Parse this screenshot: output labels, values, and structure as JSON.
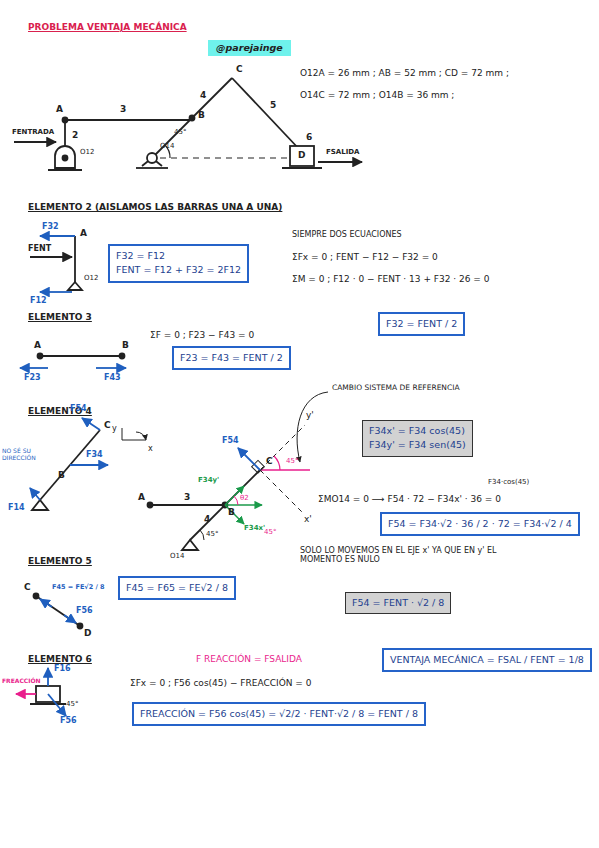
{
  "diagram": {
    "nodes": [
      {
        "text": [
          "@parejainge"
        ]
      },
      {
        "text": [
          "F32 = F12",
          "FENT = F12 + F32 = 2F12"
        ]
      },
      {
        "text": [
          "F32 = FENT / 2"
        ]
      },
      {
        "text": [
          "F23 = F43 = FENT / 2"
        ]
      },
      {
        "text": [
          "F34x' = F34 cos(45)",
          "F34y' = F34 sen(45)"
        ]
      },
      {
        "text": [
          "F54 = F34·√2 · 36 / 2 · 72 = F34·√2 / 4"
        ]
      },
      {
        "text": [
          "F54 = FENT · √2 / 8"
        ]
      },
      {
        "text": [
          "F45 = F65 = FE√2 / 8"
        ]
      },
      {
        "text": [
          "VENTAJA MECÁNICA = FSAL / FENT = 1/8"
        ]
      },
      {
        "text": [
          "FREACCIÓN = F56 cos(45) = √2/2 · FENT·√2 / 8 = FENT / 8"
        ]
      }
    ],
    "labels": [
      "PROBLEMA VENTAJA MECÁNICA",
      "O12A = 26 mm ;  AB = 52 mm ;  CD = 72 mm ;",
      "O14C = 72 mm ;  O14B = 36 mm ;",
      "A",
      "2",
      "O12",
      "3",
      "4",
      "B",
      "C",
      "5",
      "6",
      "D",
      "O14",
      "45°",
      "FENTRADA",
      "FSALIDA",
      "ELEMENTO 2 (AISLAMOS LAS BARRAS UNA A UNA)",
      "F32",
      "A",
      "FENT",
      "O12",
      "F12",
      "SIEMPRE DOS ECUACIONES",
      "ΣFx = 0 ;   FENT − F12 − F32 = 0",
      "ΣM = 0 ;  F12 · 0 − FENT · 13 + F32 · 26 = 0",
      "ELEMENTO 3",
      "ΣF = 0 ;   F23 − F43 = 0",
      "A",
      "B",
      "F23",
      "F43",
      "CAMBIO SISTEMA DE REFERENCIA",
      "ELEMENTO 4",
      "F54",
      "C",
      "F34",
      "B",
      "NO SÉ SU DIRECCIÓN",
      "F14",
      "y",
      "x",
      "y'",
      "F54",
      "C",
      "A",
      "3",
      "F34y'",
      "F34x'",
      "45°",
      "4",
      "45°",
      "θ2",
      "45°",
      "x'",
      "O14",
      "F34·cos(45)",
      "ΣMO14 = 0 ⟶ F54 · 72 − F34x' · 36 = 0",
      "SOLO LO MOVEMOS EN EL EJE x' YA QUE EN y' EL MOMENTO ES NULO",
      "ELEMENTO 5",
      "C",
      "F45 = FE√2 / 8",
      "F56",
      "D",
      "ELEMENTO 6",
      "F REACCIÓN = FSALIDA",
      "ΣFx = 0 ;   F56 cos(45) − FREACCIÓN = 0",
      "FREACCIÓN",
      "F16",
      "45°",
      "F56",
      "B"
    ]
  }
}
